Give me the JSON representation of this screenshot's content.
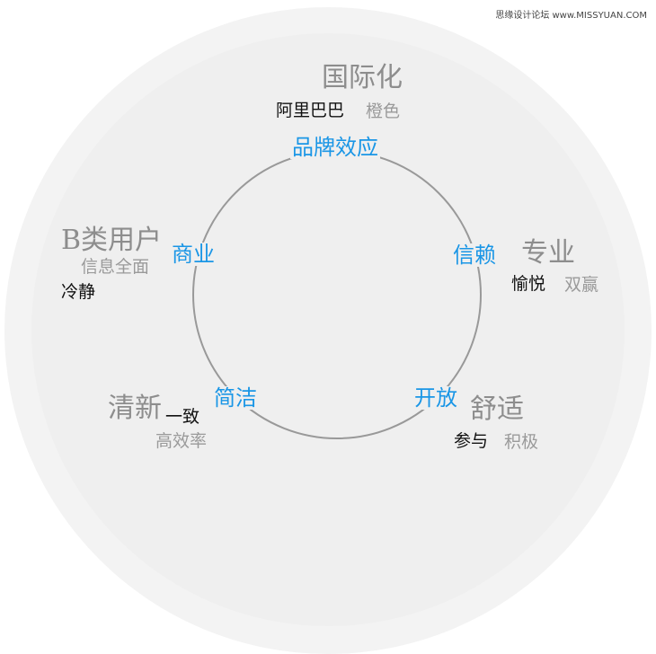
{
  "watermark": "思缘设计论坛 www.MISSYUAN.COM",
  "ring_nodes": {
    "top": "品牌效应",
    "right": "信赖",
    "bottom_right": "开放",
    "bottom_left": "简洁",
    "left": "商业"
  },
  "annotations": {
    "top_title": "国际化",
    "top_sub_black": "阿里巴巴",
    "top_sub_grey": "橙色",
    "right_title": "专业",
    "right_sub_black": "愉悦",
    "right_sub_grey": "双赢",
    "bottom_right_title": "舒适",
    "bottom_right_sub_black": "参与",
    "bottom_right_sub_grey": "积极",
    "bottom_left_title": "清新",
    "bottom_left_sub_black": "一致",
    "bottom_left_sub_grey": "高效率",
    "left_title": "B类用户",
    "left_sub_grey": "信息全面",
    "left_sub_black": "冷静"
  },
  "colors": {
    "node_text": "#1a96e6",
    "ring_line": "#999999",
    "background_outer": "#f3f3f3",
    "background_inner": "#efefef"
  }
}
